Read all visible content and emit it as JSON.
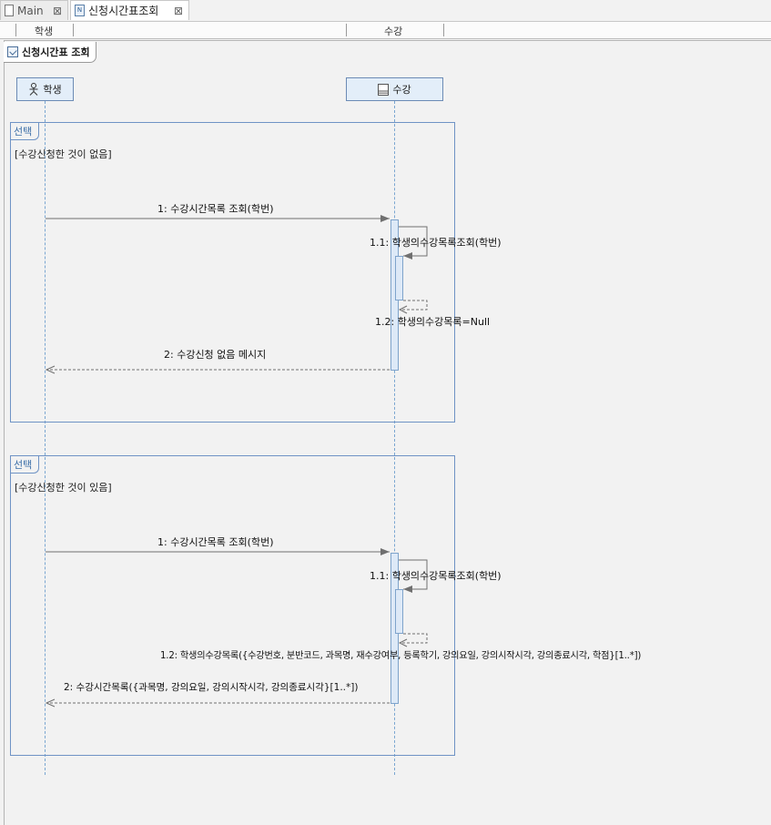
{
  "tabs": [
    {
      "label": "Main",
      "close": "⊠"
    },
    {
      "label": "신청시간표조회",
      "close": "⊠"
    }
  ],
  "header": {
    "col1": "학생",
    "col2": "수강"
  },
  "frame": {
    "title": "신청시간표 조회"
  },
  "lifelines": {
    "student": "학생",
    "course": "수강"
  },
  "fragments": [
    {
      "label": "선택",
      "guard": "[수강신청한 것이 없음]",
      "messages": {
        "m1": "1: 수강시간목록 조회(학번)",
        "m11": "1.1: 학생의수강목록조회(학번)",
        "m12": "1.2: 학생의수강목록=Null",
        "m2": "2: 수강신청 없음 메시지"
      }
    },
    {
      "label": "선택",
      "guard": "[수강신청한 것이 있음]",
      "messages": {
        "m1": "1: 수강시간목록 조회(학번)",
        "m11": "1.1: 학생의수강목록조회(학번)",
        "m12": "1.2: 학생의수강목록({수강번호, 분반코드, 과목명, 재수강여부, 등록학기, 강의요일, 강의시작시각, 강의종료시각, 학점}[1..*])",
        "m2": "2: 수강시간목록({과목명, 강의요일, 강의시작시각, 강의종료시각}[1..*])"
      }
    }
  ]
}
